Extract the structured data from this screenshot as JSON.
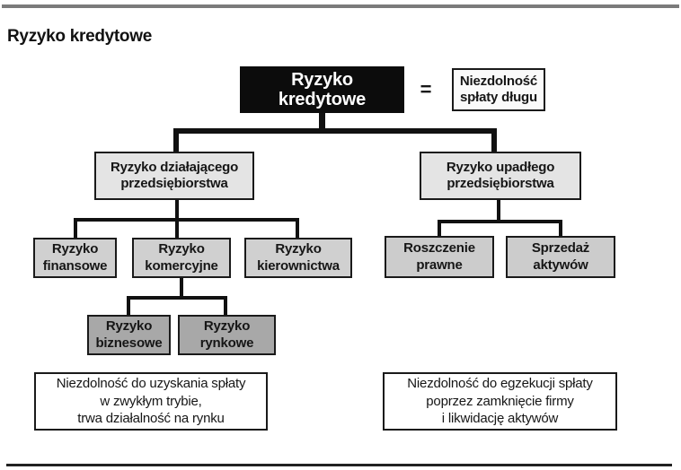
{
  "heading": "Ryzyko kredytowe",
  "colors": {
    "root_fill": "#0c0c0c",
    "root_text": "#ffffff",
    "level2_fill": "#e4e4e4",
    "level3_fill": "#d0d0d0",
    "level4_fill": "#a8a8a8",
    "definition_fill": "#fafafa",
    "box_border": "#1a1a1a",
    "connector": "#111111",
    "top_rule": "#7b7b7b",
    "bottom_rule": "#212121"
  },
  "diagram": {
    "root": "Ryzyko\nkredytowe",
    "equals": "=",
    "definition": "Niezdolność\nspłaty długu",
    "operating": {
      "label": "Ryzyko działającego\nprzedsiębiorstwa",
      "children": {
        "financial": "Ryzyko\nfinansowe",
        "commercial": "Ryzyko\nkomercyjne",
        "management": "Ryzyko\nkierownictwa",
        "business": "Ryzyko\nbiznesowe",
        "market": "Ryzyko\nrynkowe"
      },
      "note": "Niezdolność do uzyskania spłaty\nw zwykłym trybie,\ntrwa działalność na rynku"
    },
    "bankrupt": {
      "label": "Ryzyko upadłego\nprzedsiębiorstwa",
      "children": {
        "legal_claim": "Roszczenie\nprawne",
        "asset_sale": "Sprzedaż\naktywów"
      },
      "note": "Niezdolność do egzekucji spłaty\npoprzez zamknięcie firmy\ni likwidację aktywów"
    }
  }
}
